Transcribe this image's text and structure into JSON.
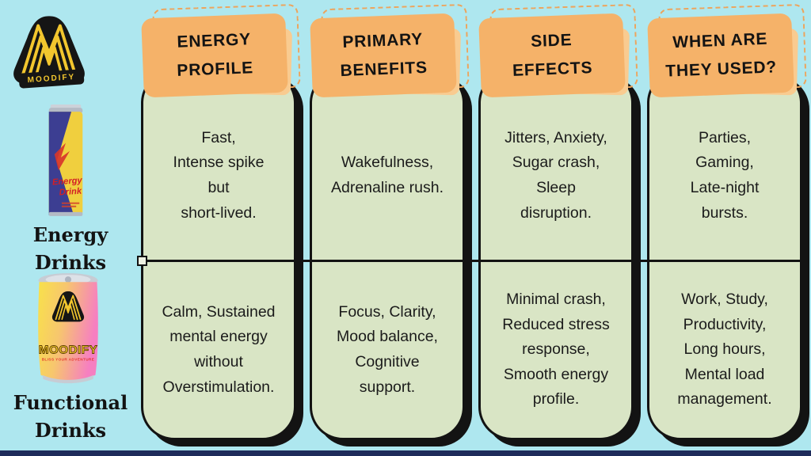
{
  "colors": {
    "canvas": "#aee7ef",
    "card_green": "#d9e5c5",
    "header_orange": "#f5b269",
    "header_orange_light": "#f9cb90",
    "outline_ink": "#131313",
    "footer_navy": "#1e2b5b",
    "brand_yellow": "#f2c62e"
  },
  "brand": {
    "name": "MOODIFY"
  },
  "row_labels": {
    "energy": "Energy Drinks",
    "functional": "Functional\nDrinks"
  },
  "cans": {
    "energy": {
      "line1": "Energy",
      "line2": "Drink"
    },
    "functional": {
      "brand": "MOODIFY",
      "tagline": "BLISS YOUR ADVENTURE"
    }
  },
  "table": {
    "columns": [
      {
        "header": "ENERGY\nPROFILE",
        "energy_drinks": "Fast,\nIntense spike\nbut\nshort-lived.",
        "functional_drinks": "Calm, Sustained\nmental energy\nwithout\nOverstimulation."
      },
      {
        "header": "PRIMARY\nBENEFITS",
        "energy_drinks": "Wakefulness,\nAdrenaline rush.",
        "functional_drinks": "Focus, Clarity,\nMood balance,\nCognitive\nsupport."
      },
      {
        "header": "SIDE\nEFFECTS",
        "energy_drinks": "Jitters, Anxiety,\nSugar crash,\nSleep\ndisruption.",
        "functional_drinks": "Minimal crash,\nReduced stress\nresponse,\nSmooth energy\nprofile."
      },
      {
        "header": "WHEN ARE\nTHEY USED?",
        "energy_drinks": "Parties,\nGaming,\nLate-night\nbursts.",
        "functional_drinks": "Work, Study,\nProductivity,\nLong hours,\nMental load\nmanagement."
      }
    ]
  }
}
